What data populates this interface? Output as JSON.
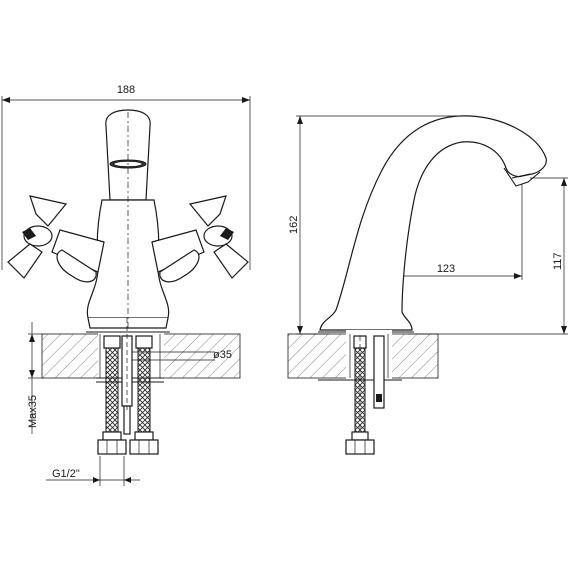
{
  "front_view": {
    "width_label": "188",
    "hole_label": "ø35",
    "max_thickness_label": "Max35",
    "thread_label": "G1/2\""
  },
  "side_view": {
    "height_label": "162",
    "reach_label": "123",
    "spout_height_label": "117"
  }
}
